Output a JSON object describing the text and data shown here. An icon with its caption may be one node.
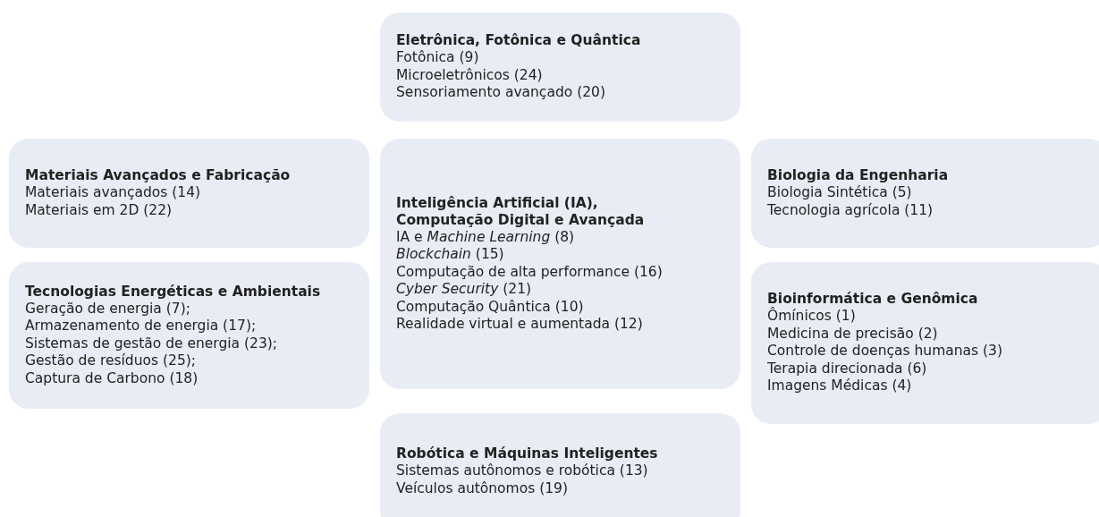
{
  "diagram": {
    "nodes": [
      {
        "text": [
          "Eletrônica, Fotônica e Quântica",
          "Fotônica (9)",
          "Microeletrônicos (24)",
          "Sensoriamento avançado (20)"
        ]
      },
      {
        "text": [
          "Materiais Avançados e Fabricação",
          "Materiais avançados (14)",
          "Materiais em 2D (22)"
        ]
      },
      {
        "text": [
          "Inteligência Artificial (IA), Computação Digital e Avançada",
          "IA e *Machine Learning* (8)",
          "*Blockchain* (15)",
          "Computação de alta performance (16)",
          "*Cyber Security* (21)",
          "Computação Quântica (10)",
          "Realidade virtual e aumentada (12)"
        ]
      },
      {
        "text": [
          "Biologia da Engenharia",
          "Biologia Sintética (5)",
          "Tecnologia agrícola (11)"
        ]
      },
      {
        "text": [
          "Tecnologias Energéticas e Ambientais",
          "Geração de energia (7);",
          "Armazenamento de energia (17);",
          "Sistemas de gestão de energia (23);",
          "Gestão de resíduos (25);",
          "Captura de Carbono (18)"
        ]
      },
      {
        "text": [
          "Bioinformática e Genômica",
          "Ômínicos (1)",
          "Medicina de precisão (2)",
          "Controle de doenças humanas (3)",
          "Terapia direcionada (6)",
          "Imagens Médicas (4)"
        ]
      },
      {
        "text": [
          "Robótica e Máquinas Inteligentes",
          "Sistemas autônomos e robótica (13)",
          "Veículos autônomos (19)"
        ]
      }
    ]
  }
}
